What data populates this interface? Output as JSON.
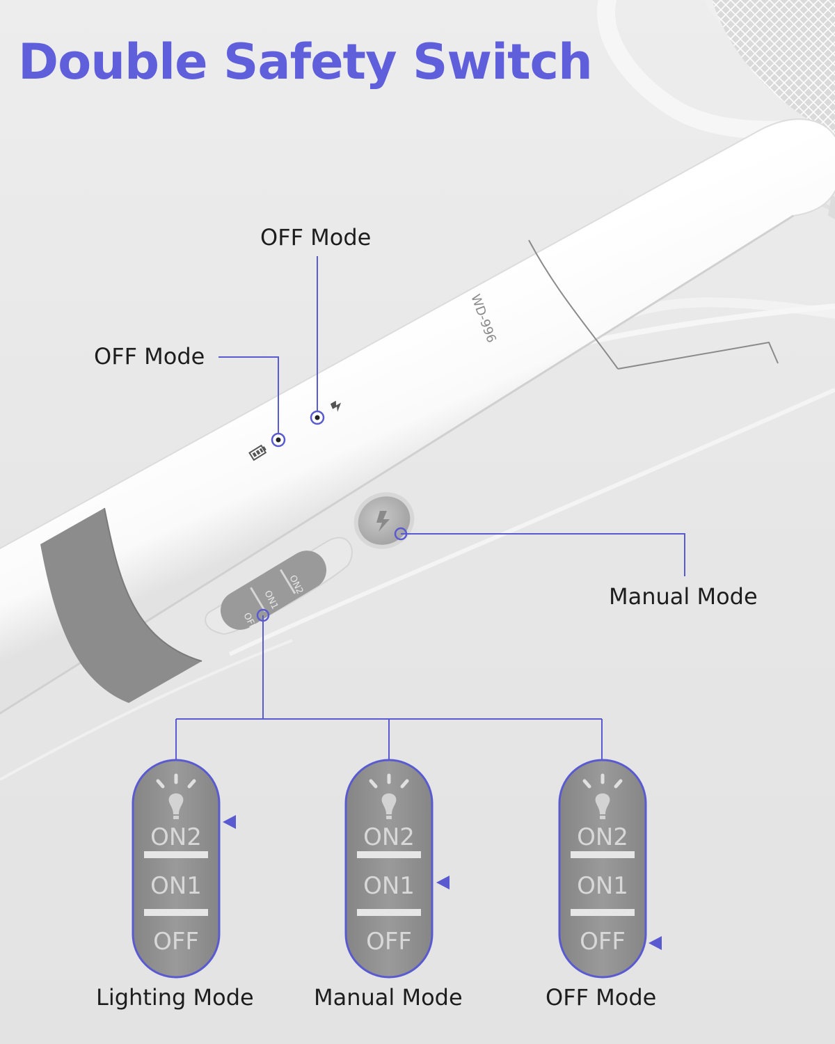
{
  "title": "Double Safety Switch",
  "model_label": "WD-996",
  "callouts": {
    "upper_off": "OFF Mode",
    "left_off": "OFF Mode",
    "manual_button": "Manual Mode"
  },
  "slider_engraving": {
    "off": "OFF",
    "on1": "ON1",
    "on2": "ON2"
  },
  "switches": [
    {
      "caption": "Lighting Mode",
      "on2": "ON2",
      "on1": "ON1",
      "off": "OFF",
      "selected": "ON2"
    },
    {
      "caption": "Manual Mode",
      "on2": "ON2",
      "on1": "ON1",
      "off": "OFF",
      "selected": "ON1"
    },
    {
      "caption": "OFF Mode",
      "on2": "ON2",
      "on1": "ON1",
      "off": "OFF",
      "selected": "OFF"
    }
  ],
  "colors": {
    "accent": "#5f5fdc",
    "line": "#5a5ad0",
    "switch_fill": "#8f8f8f",
    "switch_text": "#d8d8d8",
    "handle": "#ffffff",
    "grip_band": "#8c8c8c"
  },
  "icons": [
    "battery-icon",
    "lightning-icon",
    "bulb-icon"
  ]
}
